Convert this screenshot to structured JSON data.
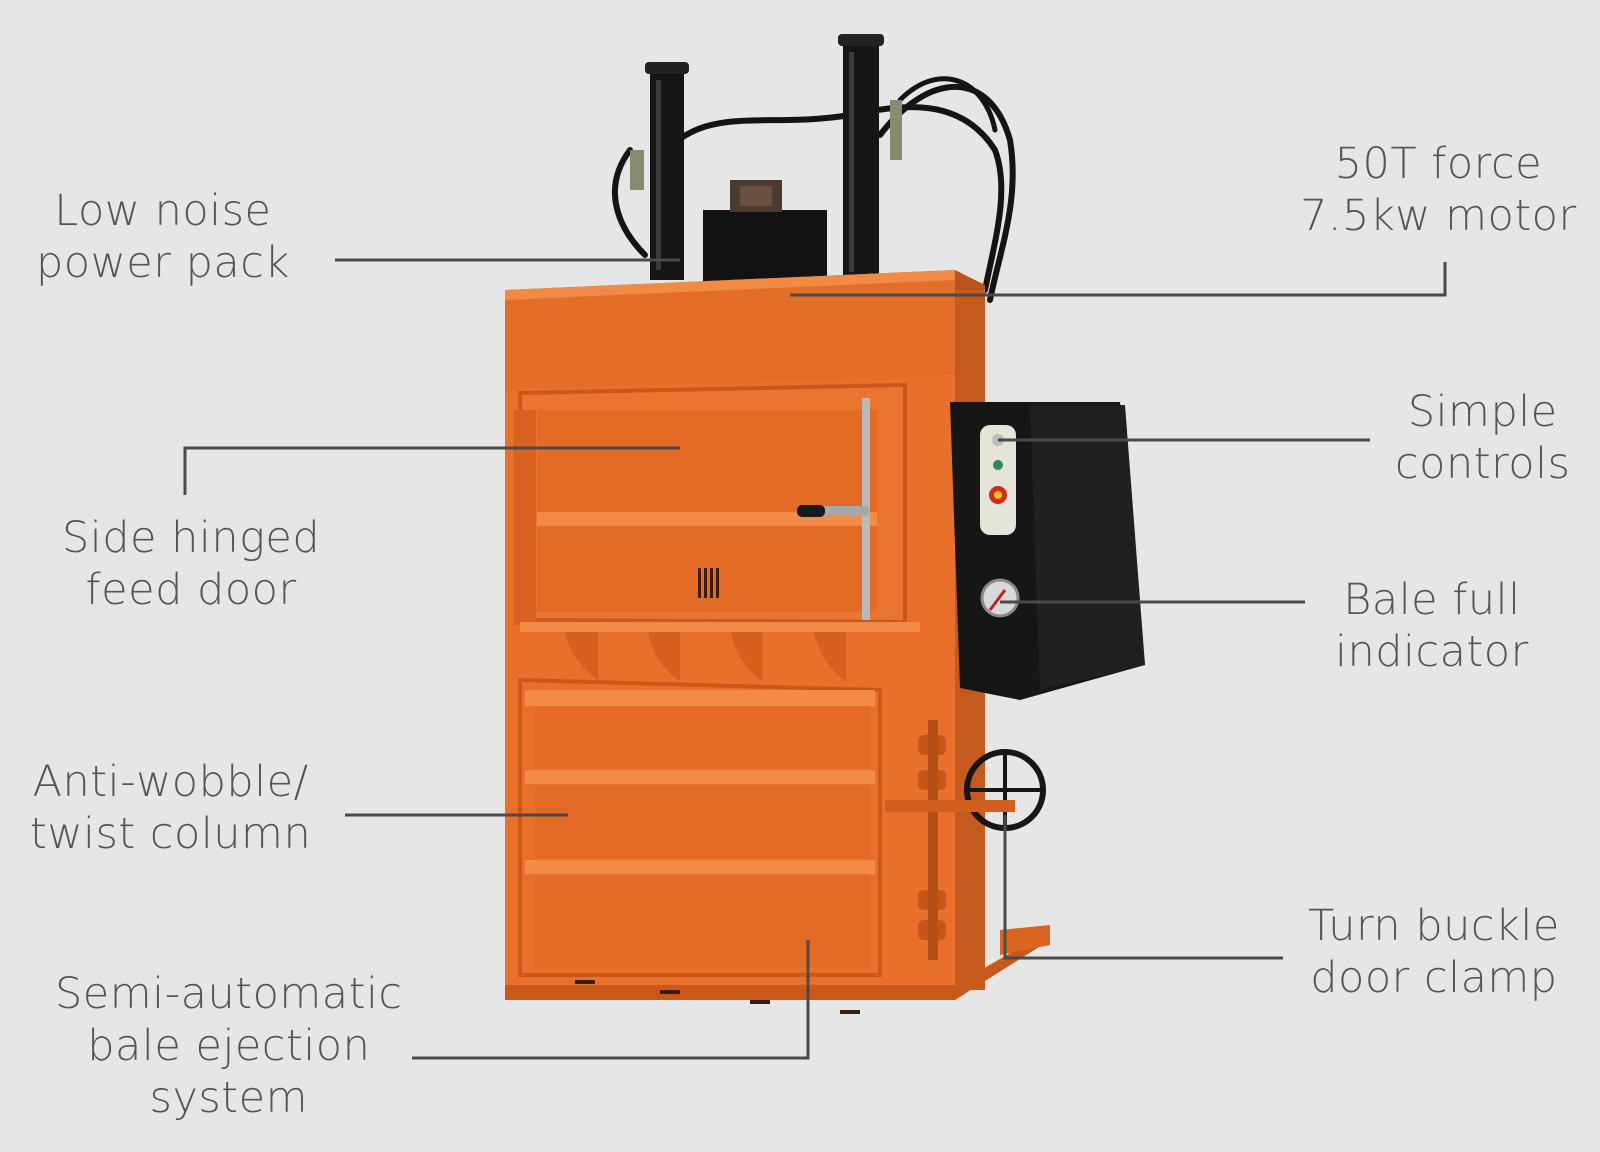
{
  "callouts": {
    "power_pack": {
      "line1": "Low noise",
      "line2": "power pack"
    },
    "motor": {
      "line1": "50T force",
      "line2": "7.5kw motor"
    },
    "controls": {
      "line1": "Simple",
      "line2": "controls"
    },
    "feed_door": {
      "line1": "Side hinged",
      "line2": "feed door"
    },
    "bale_full": {
      "line1": "Bale full",
      "line2": "indicator"
    },
    "column": {
      "line1": "Anti-wobble/",
      "line2": "twist column"
    },
    "clamp": {
      "line1": "Turn buckle",
      "line2": "door clamp"
    },
    "ejection": {
      "line1": "Semi-automatic",
      "line2": "bale ejection",
      "line3": "system"
    }
  },
  "colors": {
    "background": "#e6e6e6",
    "machine_orange": "#e8702a",
    "machine_dark": "#1c1c1c",
    "label_text": "#555555",
    "leader_line": "#4a4a4a"
  }
}
